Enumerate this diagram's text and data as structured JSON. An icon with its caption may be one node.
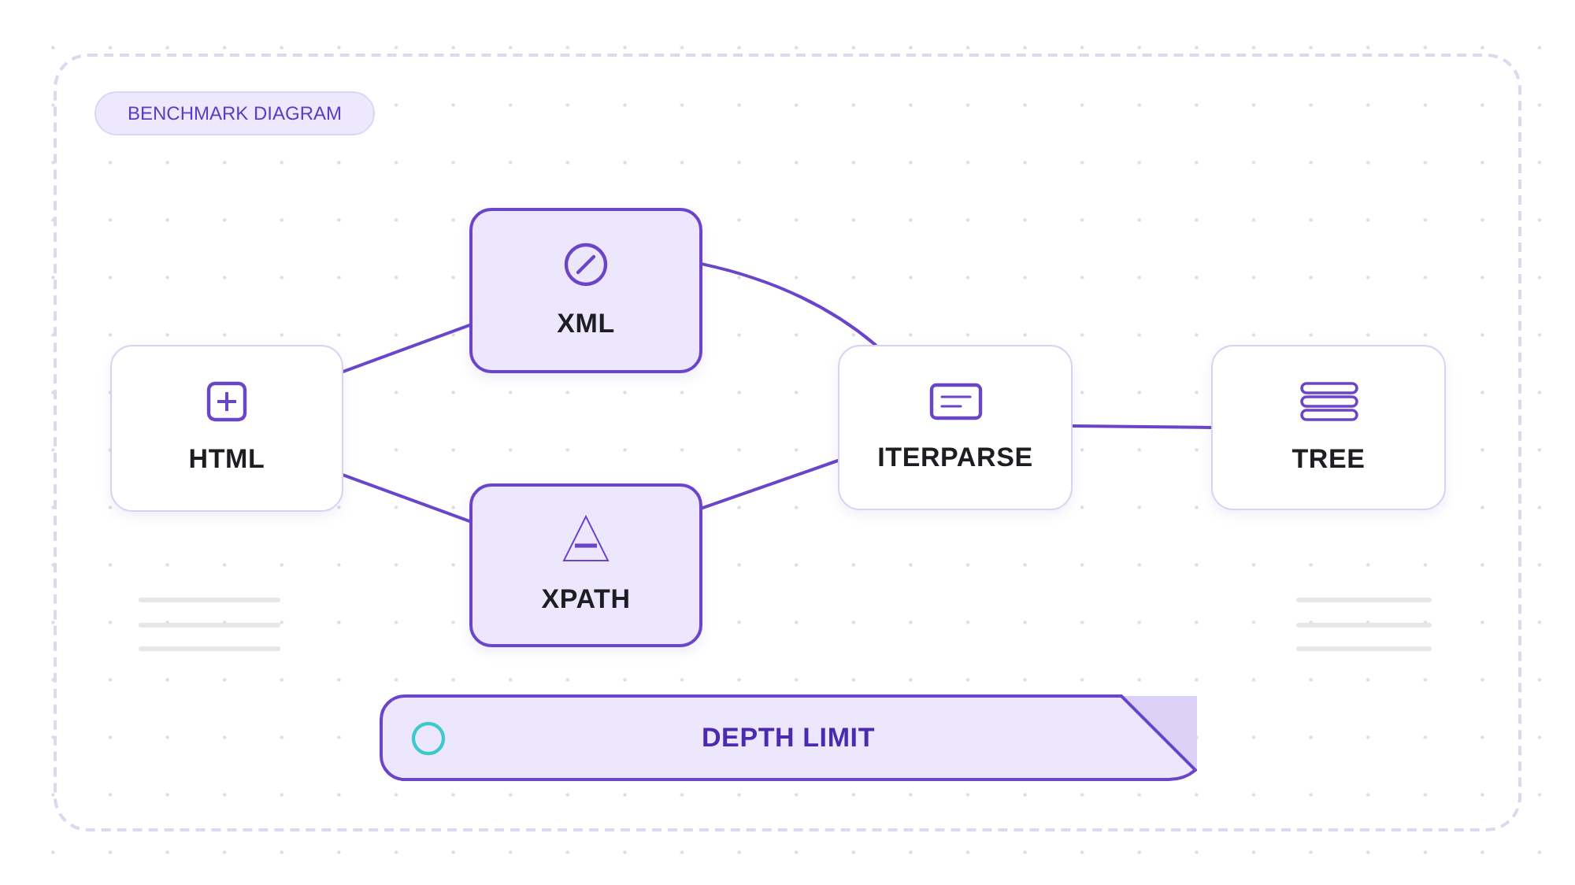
{
  "diagram": {
    "nodes": [
      {
        "text": [
          "HTML"
        ]
      },
      {
        "text": [
          "XML"
        ]
      },
      {
        "text": [
          "XPATH"
        ]
      },
      {
        "text": [
          "ITERPARSE"
        ]
      },
      {
        "text": [
          "TREE"
        ]
      },
      {
        "text": [
          "DEPTH LIMIT"
        ]
      }
    ],
    "edges": [
      {
        "from": 0,
        "to": 1,
        "arrow": "none"
      },
      {
        "from": 0,
        "to": 2,
        "arrow": "none"
      },
      {
        "from": 1,
        "to": 3,
        "arrow": "none"
      },
      {
        "from": 2,
        "to": 3,
        "arrow": "none"
      },
      {
        "from": 3,
        "to": 4,
        "arrow": "none"
      }
    ],
    "labels": [
      "BENCHMARK DIAGRAM"
    ]
  }
}
